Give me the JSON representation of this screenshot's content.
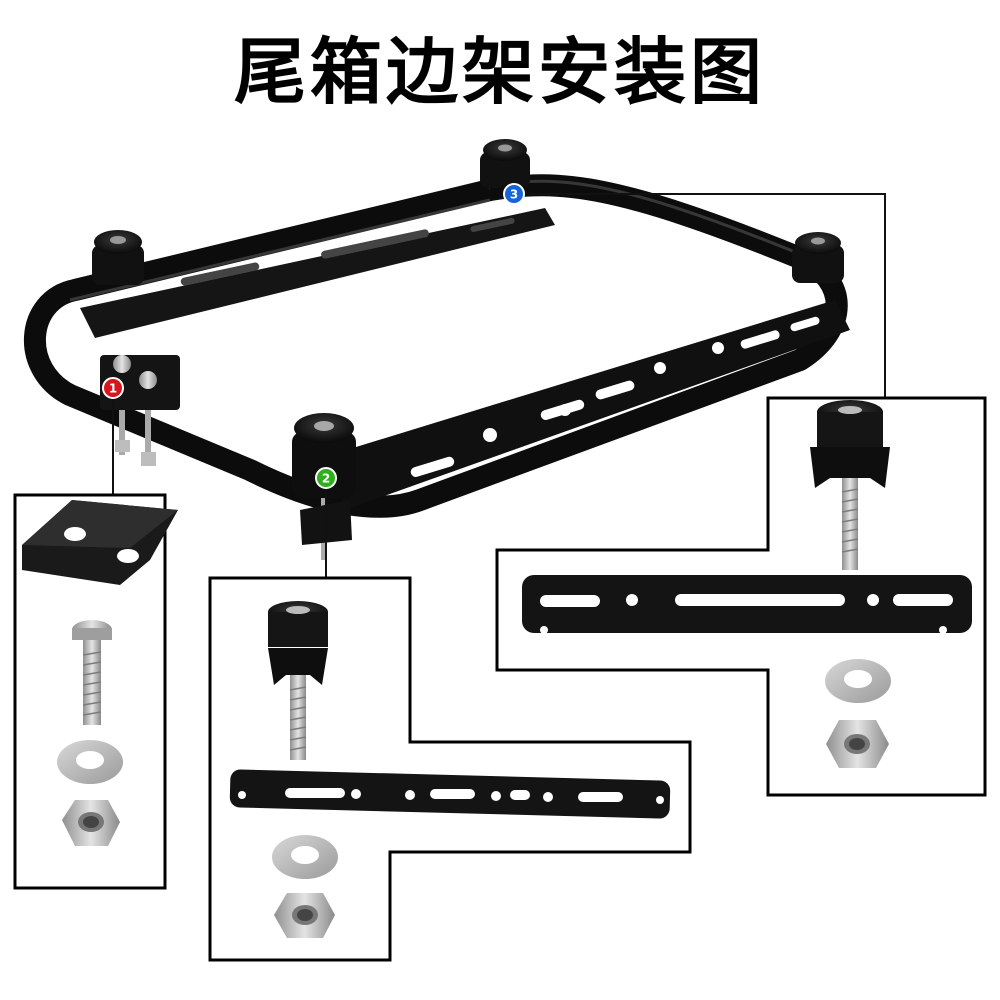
{
  "title": "尾箱边架安装图",
  "markers": [
    {
      "label": "1",
      "color": "#d9141c"
    },
    {
      "label": "2",
      "color": "#2fae1f"
    },
    {
      "label": "3",
      "color": "#1565d8"
    }
  ],
  "colors": {
    "frame": "#111111",
    "outline": "#000000",
    "steel": "#b8b8b8"
  }
}
